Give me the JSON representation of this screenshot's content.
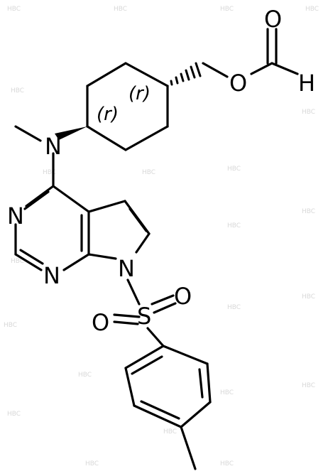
{
  "molecule": {
    "atom_labels": {
      "carbonyl_oxygen": "O",
      "ester_oxygen": "O",
      "formyl_hydrogen": "H",
      "amine_nitrogen": "N",
      "pyrimidine_n1": "N",
      "pyrimidine_n3": "N",
      "pyrrole_nitrogen": "N",
      "sulfur": "S",
      "sulfonyl_oxygen_right": "O",
      "sulfonyl_oxygen_left": "O"
    },
    "stereo_descriptors": {
      "upper_carbon": "(r)",
      "lower_carbon": "(r)"
    },
    "watermark_text": "HBC"
  },
  "colors": {
    "bond": "#000000",
    "background": "#ffffff",
    "watermark": "#d8d8d8"
  }
}
